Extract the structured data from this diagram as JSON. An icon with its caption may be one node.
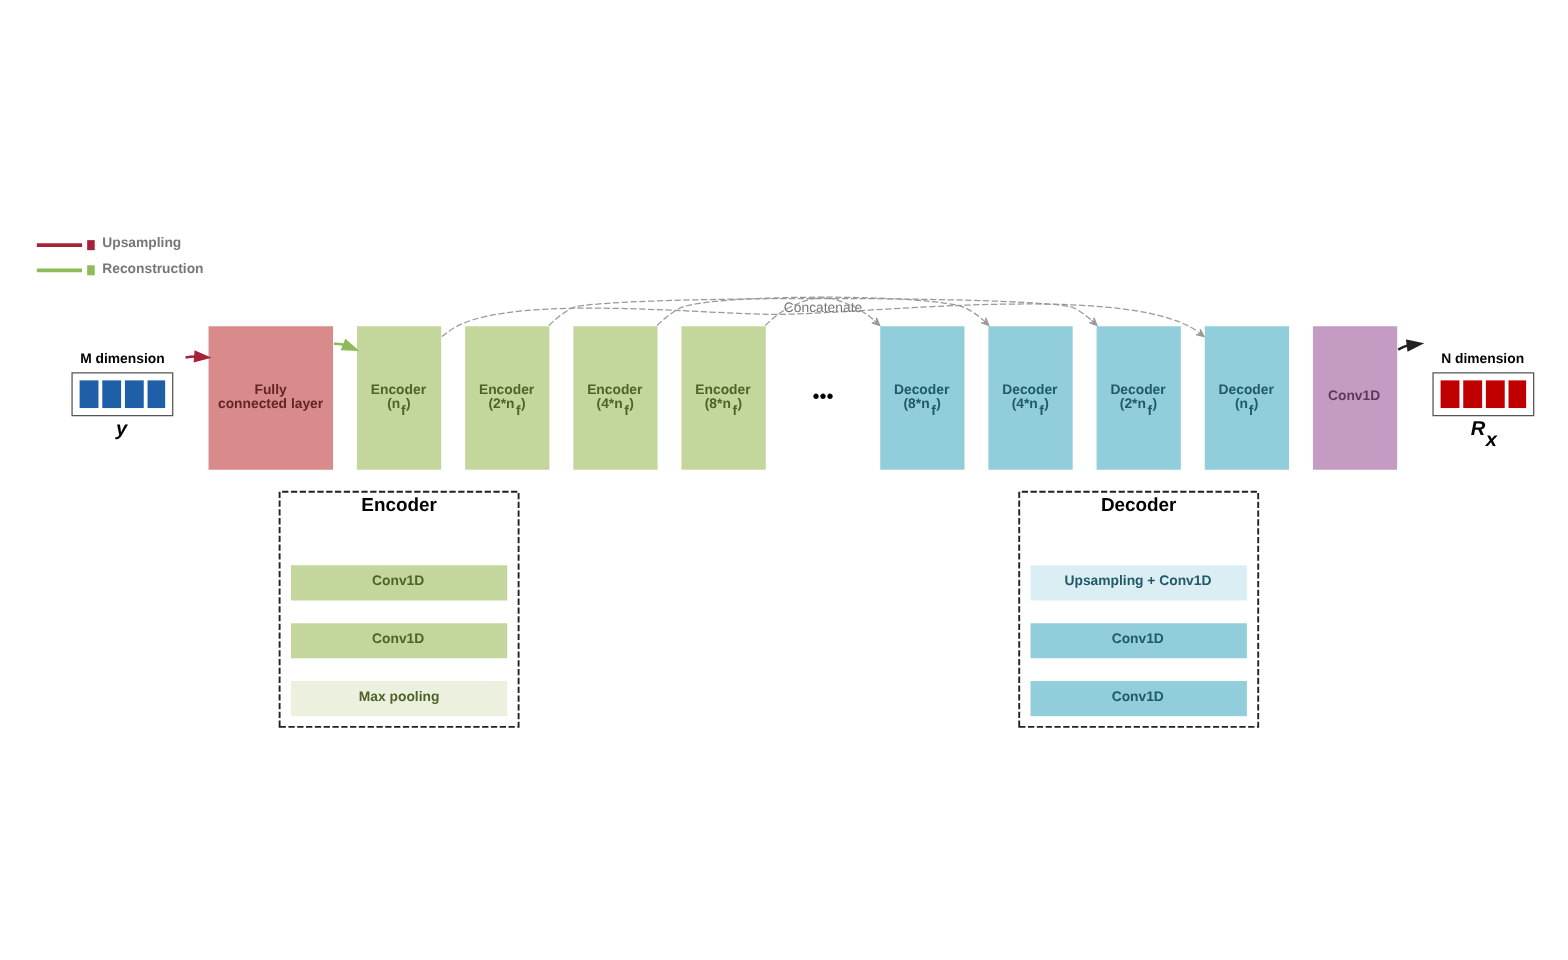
{
  "diagram": {
    "nodes": [
      {
        "text": [
          "M dimension",
          "y"
        ]
      },
      {
        "text": [
          "Fully connected layer"
        ]
      },
      {
        "text": [
          "Encoder (n$_{f}$)"
        ]
      },
      {
        "text": [
          "Encoder (2*n$_{f}$)"
        ]
      },
      {
        "text": [
          "Encoder (4*n$_{f}$)"
        ]
      },
      {
        "text": [
          "Encoder (8*n$_{f}$)"
        ]
      },
      {
        "text": [
          "Decoder (8*n$_{f}$)"
        ]
      },
      {
        "text": [
          "Decoder (4*n$_{f}$)"
        ]
      },
      {
        "text": [
          "Decoder (2*n$_{f}$)"
        ]
      },
      {
        "text": [
          "Decoder (n$_{f}$)"
        ]
      },
      {
        "text": [
          "Conv1D"
        ]
      },
      {
        "text": [
          "N dimension",
          "R$_{x}$"
        ]
      },
      {
        "text": [
          "Encoder"
        ]
      },
      {
        "text": [
          "Conv1D"
        ],
        "in": 12
      },
      {
        "text": [
          "Conv1D"
        ],
        "in": 12
      },
      {
        "text": [
          "Max pooling"
        ],
        "in": 12
      },
      {
        "text": [
          "Decoder"
        ]
      },
      {
        "text": [
          "Upsampling + Conv1D"
        ],
        "in": 16
      },
      {
        "text": [
          "Conv1D"
        ],
        "in": 16
      },
      {
        "text": [
          "Conv1D"
        ],
        "in": 16
      }
    ],
    "edges": [
      {
        "from": 0,
        "to": 1,
        "arrow": "to",
        "color": "#a8213a"
      },
      {
        "from": 1,
        "to": 2,
        "arrow": "to",
        "color": "#8fba5a"
      },
      {
        "from": 2,
        "to": 9,
        "arrow": "to",
        "style": "dashed",
        "label": "Concatenate"
      },
      {
        "from": 3,
        "to": 8,
        "arrow": "to",
        "style": "dashed"
      },
      {
        "from": 4,
        "to": 7,
        "arrow": "to",
        "style": "dashed"
      },
      {
        "from": 5,
        "to": 6,
        "arrow": "to",
        "style": "dashed"
      },
      {
        "from": 10,
        "to": 11,
        "arrow": "to",
        "color": "#222222"
      }
    ],
    "labels": [
      "•••"
    ],
    "legend": [
      {
        "text": "Upsampling"
      },
      {
        "text": "Reconstruction"
      }
    ]
  }
}
